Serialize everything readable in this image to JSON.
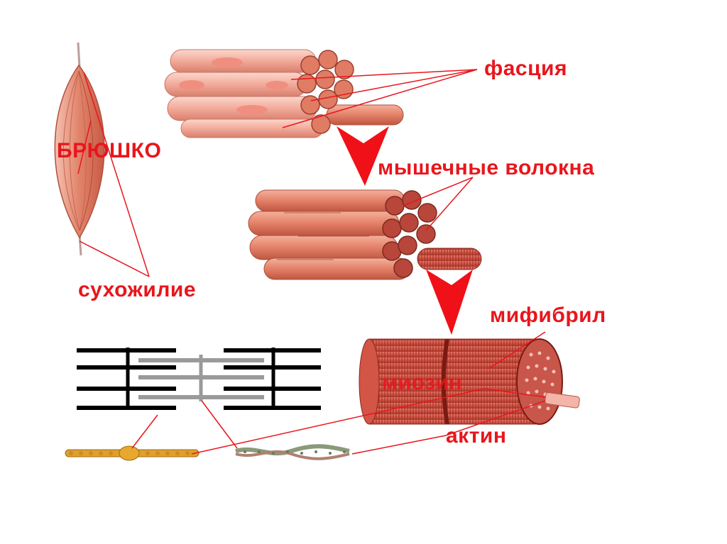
{
  "labels": {
    "fascia": "фасция",
    "belly": "БРЮШКО",
    "muscle_fibers": "мышечные волокна",
    "tendon": "сухожилие",
    "myofibril": "мифибрил",
    "myosin": "миозин",
    "actin": "актин"
  },
  "colors": {
    "label": "#e8161c",
    "arrow": "#f01018",
    "leader_line": "#e8161c",
    "muscle_light": "#f2b5a8",
    "muscle_mid": "#e47f68",
    "muscle_dark": "#c24a3a",
    "sarcomere_black": "#000000",
    "sarcomere_gray": "#9a9a9a",
    "myosin_filament": "#e0a030",
    "actin_filament": "#8a9a7a"
  }
}
